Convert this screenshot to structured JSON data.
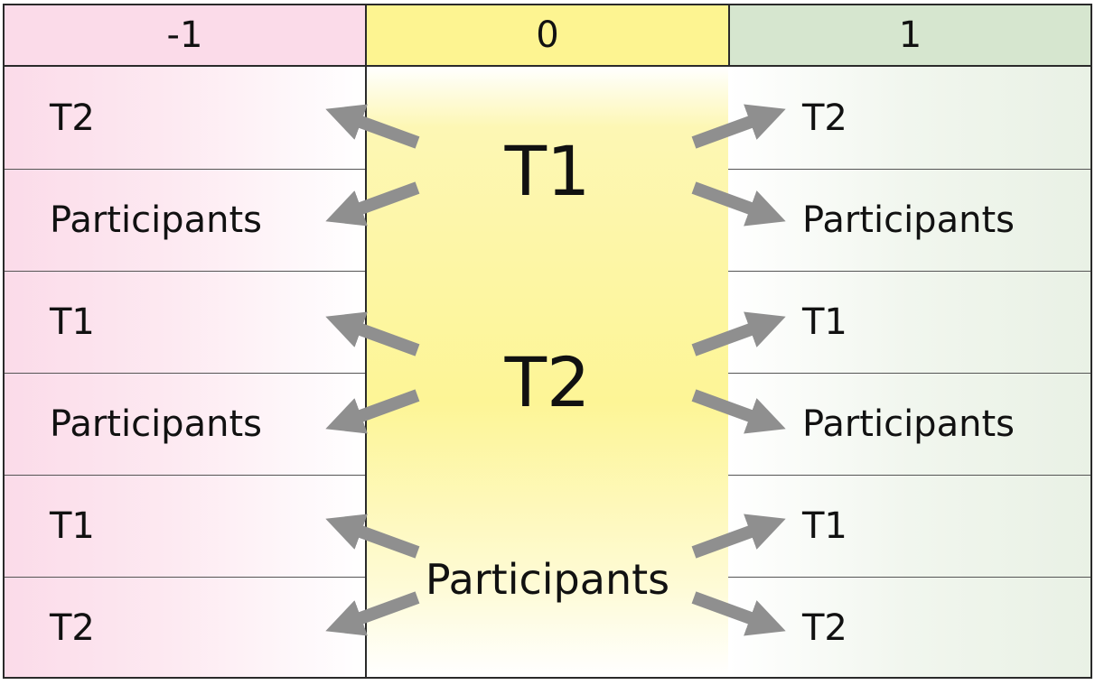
{
  "columns": [
    {
      "header": "-1",
      "cells": [
        "T2",
        "Participants",
        "T1",
        "Participants",
        "T1",
        "T2"
      ]
    },
    {
      "header": "0",
      "groups": [
        "T1",
        "T2",
        "Participants"
      ]
    },
    {
      "header": "1",
      "cells": [
        "T2",
        "Participants",
        "T1",
        "Participants",
        "T1",
        "T2"
      ]
    }
  ],
  "colors": {
    "left": "#fbdbe9",
    "middle": "#fdf491",
    "right": "#d6e6cf",
    "arrow": "#8f8f8f"
  }
}
